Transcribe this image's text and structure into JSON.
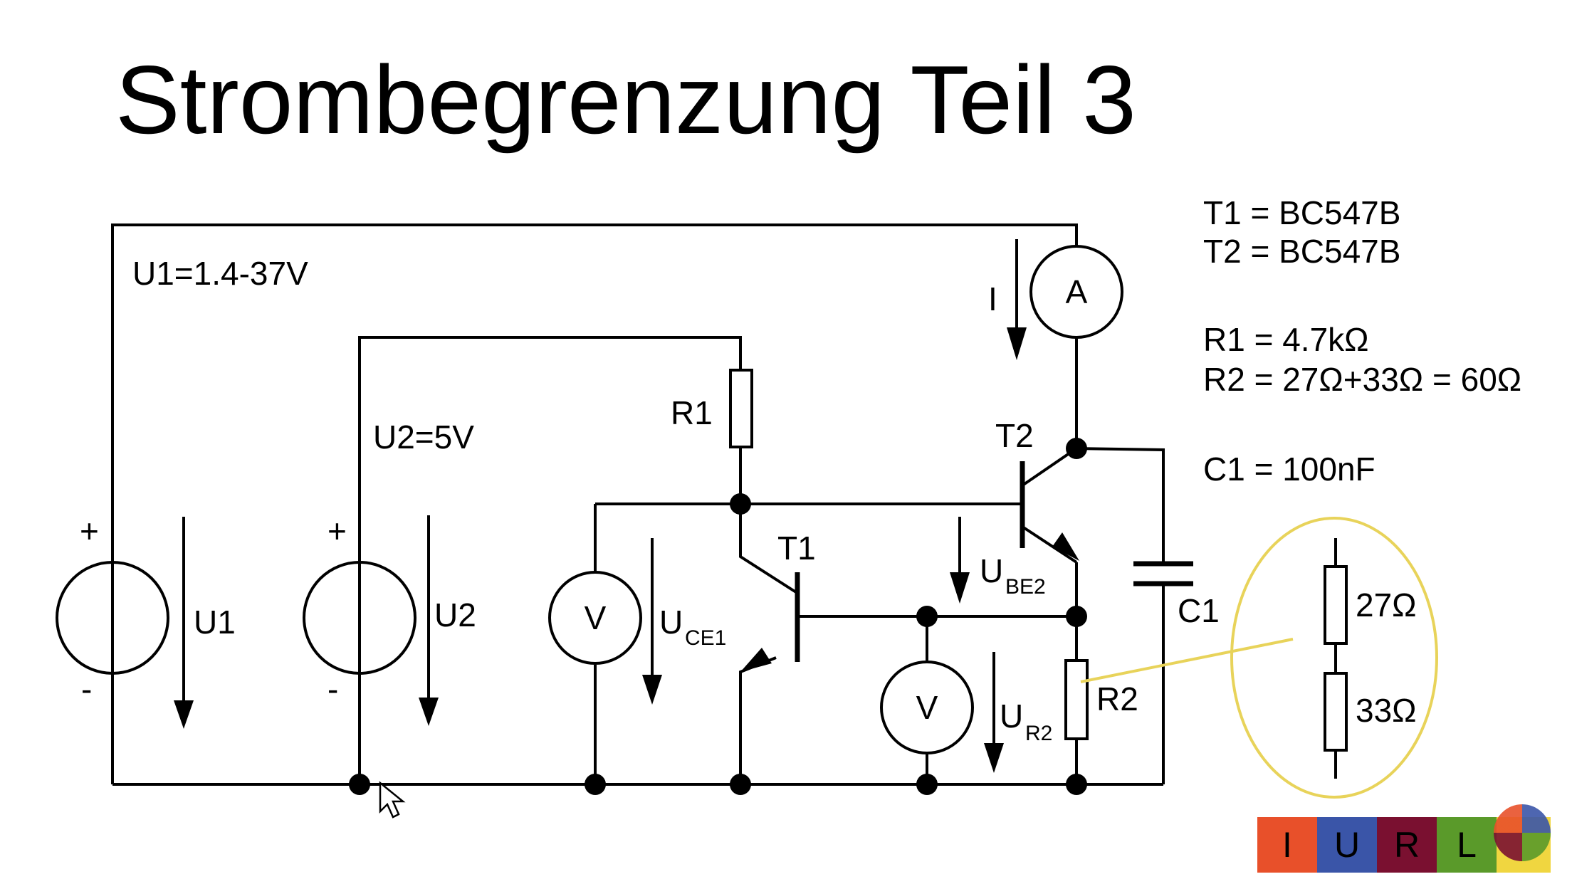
{
  "title": "Strombegrenzung Teil 3",
  "specs": {
    "t1": "T1 = BC547B",
    "t2": "T2 = BC547B",
    "r1": "R1 = 4.7kΩ",
    "r2": "R2 = 27Ω+33Ω = 60Ω",
    "c1": "C1 = 100nF"
  },
  "labels": {
    "u1_range": "U1=1.4-37V",
    "u2_value": "U2=5V",
    "u1": "U1",
    "u2": "U2",
    "plus": "+",
    "minus": "-",
    "r1": "R1",
    "r2": "R2",
    "t1": "T1",
    "t2": "T2",
    "c1": "C1",
    "current": "I",
    "ammeter": "A",
    "voltmeter": "V",
    "u_letter": "U",
    "ce1_sub": "CE1",
    "be2_sub": "BE2",
    "r2_sub": "R2",
    "res_27": "27Ω",
    "res_33": "33Ω"
  },
  "logo": {
    "letters": [
      "I",
      "U",
      "R",
      "L"
    ],
    "colors": [
      "#e8502a",
      "#3a55a8",
      "#7a1030",
      "#5a9a2a"
    ],
    "accent": "#f0d640"
  },
  "colors": {
    "callout": "#e8d35a"
  }
}
